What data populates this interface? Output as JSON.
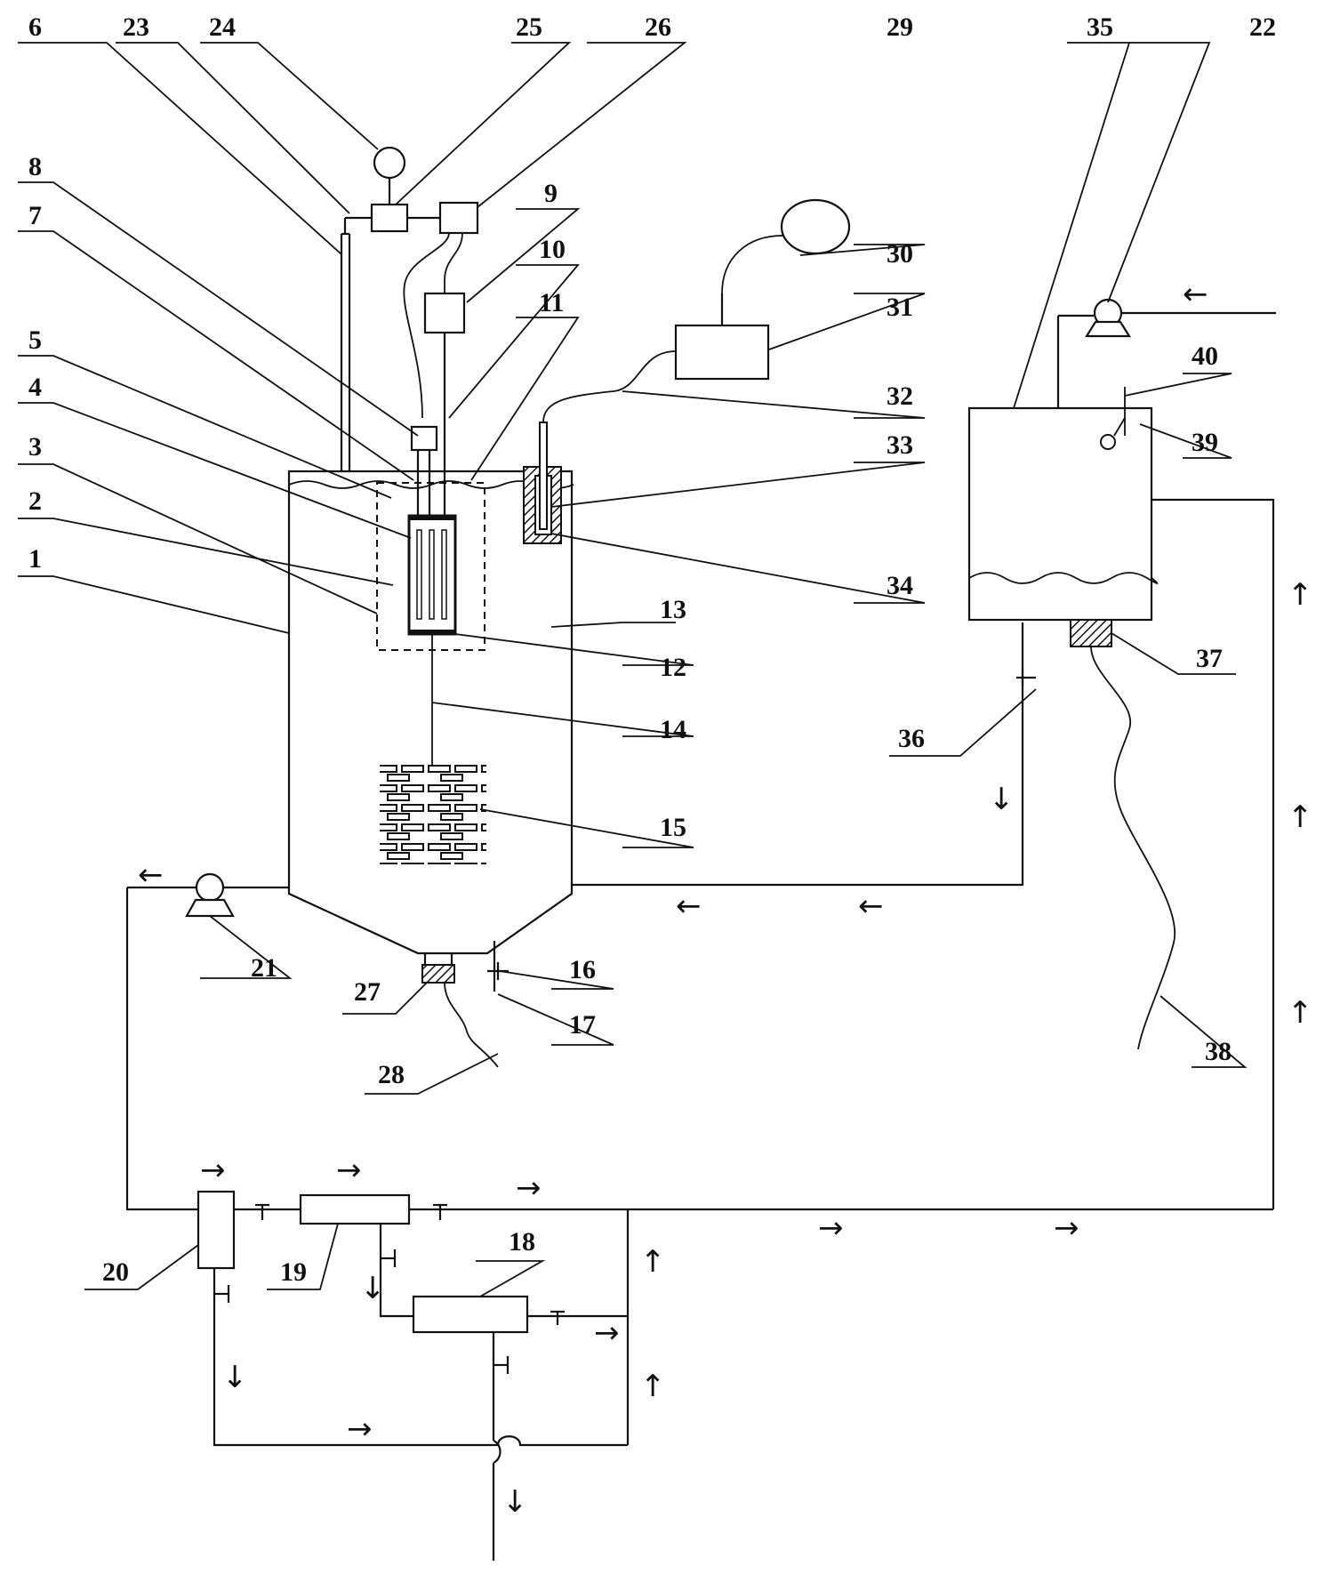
{
  "diagram": {
    "labels": [
      "1",
      "2",
      "3",
      "4",
      "5",
      "6",
      "7",
      "8",
      "9",
      "10",
      "11",
      "12",
      "13",
      "14",
      "15",
      "16",
      "17",
      "18",
      "19",
      "20",
      "21",
      "22",
      "23",
      "24",
      "25",
      "26",
      "27",
      "28",
      "29",
      "30",
      "31",
      "32",
      "33",
      "34",
      "35",
      "36",
      "37",
      "38",
      "39",
      "40"
    ],
    "arrow_glyphs": {
      "left": "←",
      "right": "→",
      "up": "↑",
      "down": "↓"
    }
  }
}
